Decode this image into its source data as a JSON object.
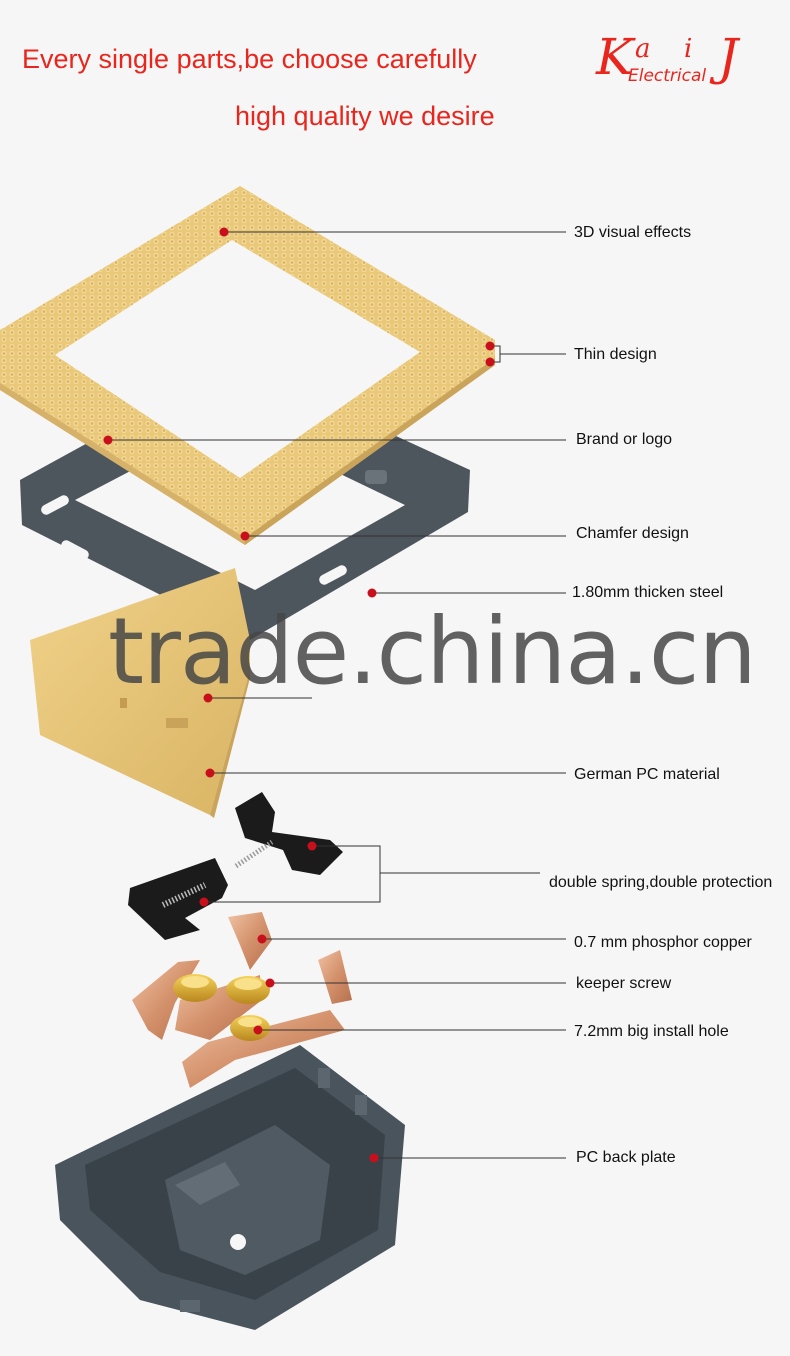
{
  "headline": {
    "line1": "Every single parts,be choose carefully",
    "line2": "high quality we desire"
  },
  "logo": {
    "letter_k": "K",
    "letter_a": "a",
    "letter_i": "i",
    "letter_j": "J",
    "subtitle": "Electrical"
  },
  "callouts": [
    "3D visual effects",
    "Thin design",
    "Brand or logo",
    "Chamfer design",
    "1.80mm thicken steel",
    "German PC material",
    "double spring,double protection",
    "0.7 mm phosphor copper",
    "keeper screw",
    "7.2mm big install hole",
    "PC back plate"
  ],
  "watermark": "trade.china.cn",
  "colors": {
    "headline": "#e8261d",
    "gold": "#e7c777",
    "steel": "#4d555d",
    "copper": "#d99a75",
    "pc": "#4a545c",
    "dot": "#c8101c"
  }
}
